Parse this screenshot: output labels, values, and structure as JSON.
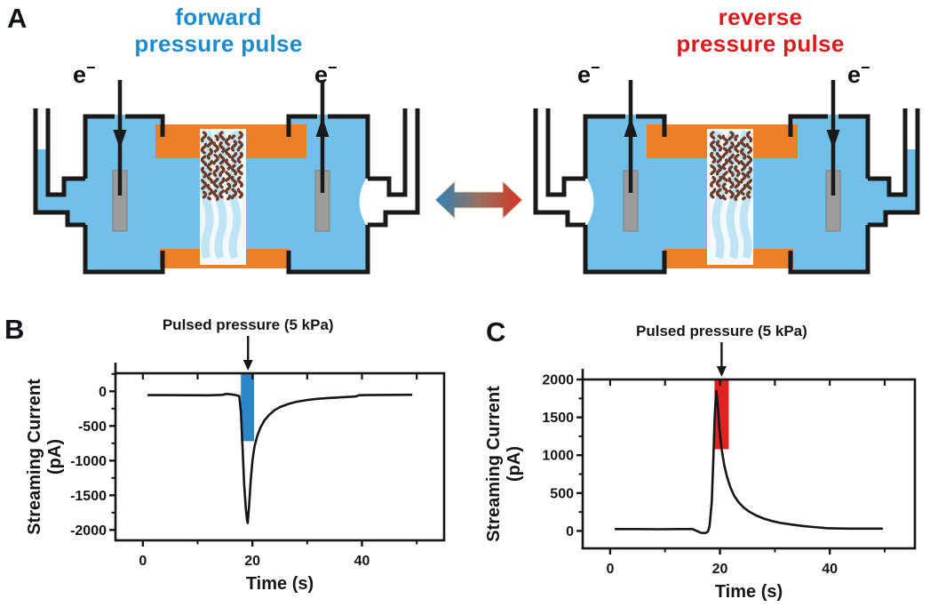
{
  "figure": {
    "panel_a": {
      "label": "A",
      "forward_title": {
        "line1": "forward",
        "line2": "pressure pulse"
      },
      "reverse_title": {
        "line1": "reverse",
        "line2": "pressure pulse"
      },
      "electron_label": "e",
      "electron_sup": "−"
    },
    "panel_b": {
      "label": "B"
    },
    "panel_c": {
      "label": "C"
    },
    "colors": {
      "forward_title_blue": "#1e8bcb",
      "reverse_title_red": "#dd1a1c",
      "device_outline_black": "#1a1a1a",
      "liquid_blue": "#72bfe9",
      "gasket_orange": "#ec7f27",
      "electrode_gray": "#9c9c9c",
      "membrane_fiber_brown": "#6e3b28",
      "membrane_bg": "#f2fafd",
      "membrane_tint": "#bfe4f3",
      "arrow_gradient_left": "#2e82ba",
      "arrow_gradient_right": "#d63426",
      "curve_ink": "#161616"
    }
  },
  "chart_data": [
    {
      "id": "chart-b",
      "panel": "B",
      "type": "line",
      "title": "",
      "annotation": "Pulsed pressure (5 kPa)",
      "annotation_arrow_x": 19.2,
      "xlabel": "Time (s)",
      "ylabel": "Streaming Current",
      "ylabel_unit": "(pA)",
      "xlim": [
        -5,
        55
      ],
      "ylim": [
        -2150,
        260
      ],
      "xticks": [
        0,
        20,
        40
      ],
      "xminorticks": [
        10,
        30,
        50
      ],
      "yticks": [
        0,
        -500,
        -1000,
        -1500,
        -2000
      ],
      "yminor_step": 250,
      "grid": false,
      "pulse_bar": {
        "x_start": 17.9,
        "x_end": 20.3,
        "y_end": -720,
        "from_top": true,
        "color": "#2e86c6"
      },
      "series": [
        {
          "name": "streaming-current",
          "color": "#161616",
          "points": [
            [
              1,
              -55
            ],
            [
              4,
              -55
            ],
            [
              8,
              -57
            ],
            [
              12,
              -58
            ],
            [
              14.5,
              -52
            ],
            [
              15.3,
              -38
            ],
            [
              16.2,
              -45
            ],
            [
              17.0,
              -55
            ],
            [
              17.6,
              -70
            ],
            [
              17.9,
              -300
            ],
            [
              18.2,
              -820
            ],
            [
              18.5,
              -1350
            ],
            [
              18.8,
              -1700
            ],
            [
              19.0,
              -1850
            ],
            [
              19.15,
              -1900
            ],
            [
              19.4,
              -1640
            ],
            [
              19.7,
              -1280
            ],
            [
              20.0,
              -1000
            ],
            [
              20.4,
              -790
            ],
            [
              20.9,
              -640
            ],
            [
              21.5,
              -520
            ],
            [
              22.2,
              -420
            ],
            [
              23.0,
              -345
            ],
            [
              24.0,
              -275
            ],
            [
              25.0,
              -228
            ],
            [
              26.5,
              -184
            ],
            [
              28.0,
              -152
            ],
            [
              30.0,
              -126
            ],
            [
              32.0,
              -108
            ],
            [
              34.0,
              -96
            ],
            [
              36.0,
              -87
            ],
            [
              38.0,
              -79
            ],
            [
              38.9,
              -74
            ],
            [
              39.4,
              -58
            ],
            [
              40.5,
              -55
            ],
            [
              43.0,
              -53
            ],
            [
              46.0,
              -51
            ],
            [
              49.0,
              -50
            ]
          ]
        }
      ]
    },
    {
      "id": "chart-c",
      "panel": "C",
      "type": "line",
      "title": "",
      "annotation": "Pulsed pressure (5 kPa)",
      "annotation_arrow_x": 20.3,
      "xlabel": "Time (s)",
      "ylabel": "Streaming Current",
      "ylabel_unit": "(pA)",
      "xlim": [
        -5,
        55.5
      ],
      "ylim": [
        -230,
        2000
      ],
      "xticks": [
        0,
        20,
        40
      ],
      "xminorticks": [
        10,
        30,
        50
      ],
      "yticks": [
        0,
        500,
        1000,
        1500,
        2000
      ],
      "yminor_step": 250,
      "grid": false,
      "pulse_bar": {
        "x_start": 19.0,
        "x_end": 21.6,
        "y_end": 1080,
        "from_top": true,
        "color": "#e02222"
      },
      "series": [
        {
          "name": "streaming-current",
          "color": "#161616",
          "points": [
            [
              1,
              25
            ],
            [
              5,
              25
            ],
            [
              9,
              22
            ],
            [
              13,
              25
            ],
            [
              15,
              25
            ],
            [
              15.8,
              0
            ],
            [
              16.5,
              -25
            ],
            [
              17.3,
              -28
            ],
            [
              17.8,
              -10
            ],
            [
              18.1,
              60
            ],
            [
              18.5,
              380
            ],
            [
              18.8,
              950
            ],
            [
              19.0,
              1450
            ],
            [
              19.2,
              1720
            ],
            [
              19.35,
              1850
            ],
            [
              19.6,
              1660
            ],
            [
              19.9,
              1360
            ],
            [
              20.3,
              1080
            ],
            [
              20.8,
              860
            ],
            [
              21.3,
              710
            ],
            [
              21.9,
              575
            ],
            [
              22.6,
              462
            ],
            [
              23.4,
              378
            ],
            [
              24.3,
              310
            ],
            [
              25.3,
              256
            ],
            [
              26.6,
              204
            ],
            [
              28.0,
              162
            ],
            [
              29.5,
              130
            ],
            [
              31.0,
              106
            ],
            [
              33.0,
              84
            ],
            [
              35.0,
              66
            ],
            [
              37.0,
              52
            ],
            [
              38.6,
              42
            ],
            [
              39.3,
              36
            ],
            [
              41.0,
              33
            ],
            [
              44.0,
              31
            ],
            [
              47.0,
              30
            ],
            [
              49.5,
              30
            ]
          ]
        }
      ]
    }
  ]
}
